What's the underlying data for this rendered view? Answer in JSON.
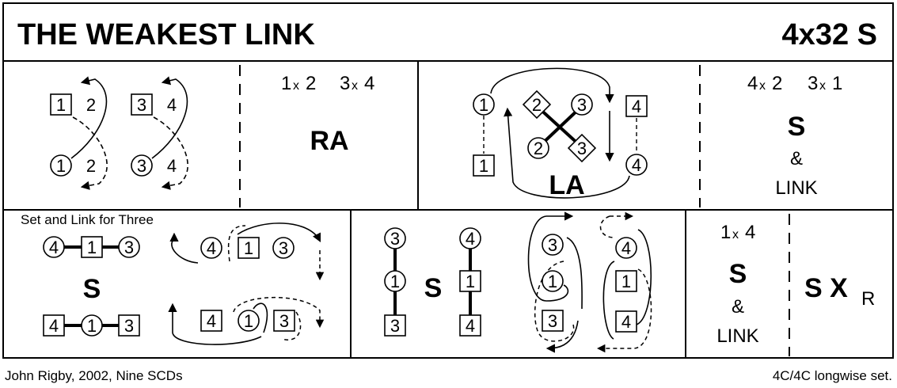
{
  "header": {
    "title": "THE WEAKEST LINK",
    "code": "4x32 S"
  },
  "bar1": {
    "b1": {
      "labels": [
        "1",
        "2",
        "3",
        "4",
        "1",
        "2",
        "3",
        "4"
      ]
    },
    "b2": {
      "p1": "1",
      "x1": "x",
      "p2": "2",
      "p3": "3",
      "x2": "x",
      "p4": "4",
      "move": "RA"
    },
    "b3": {
      "labels": [
        "1",
        "2",
        "3",
        "4",
        "2",
        "3",
        "1",
        "4"
      ],
      "move": "LA"
    },
    "b4": {
      "p1": "4",
      "x1": "x",
      "p2": "2",
      "p3": "3",
      "x2": "x",
      "p4": "1",
      "move": "S",
      "amp": "&",
      "link": "LINK"
    }
  },
  "bar2": {
    "b1": {
      "caption": "Set and Link for Three",
      "top": [
        "4",
        "1",
        "3"
      ],
      "bottom": [
        "4",
        "1",
        "3"
      ],
      "move": "S",
      "flow_top": [
        "4",
        "1",
        "3"
      ],
      "flow_bottom": [
        "4",
        "1",
        "3"
      ]
    },
    "b2": {
      "col_a": [
        "3",
        "1",
        "3"
      ],
      "col_b": [
        "4",
        "1",
        "4"
      ],
      "move": "S",
      "loop_a": [
        "3",
        "1",
        "3"
      ],
      "loop_b": [
        "4",
        "1",
        "4"
      ]
    },
    "b3": {
      "p1": "1",
      "x1": "x",
      "p2": "4",
      "move": "S",
      "amp": "&",
      "link": "LINK"
    },
    "b4": {
      "move": "S X",
      "sub": "R"
    }
  },
  "footer": {
    "left": "John Rigby, 2002, Nine SCDs",
    "right": "4C/4C longwise set."
  }
}
